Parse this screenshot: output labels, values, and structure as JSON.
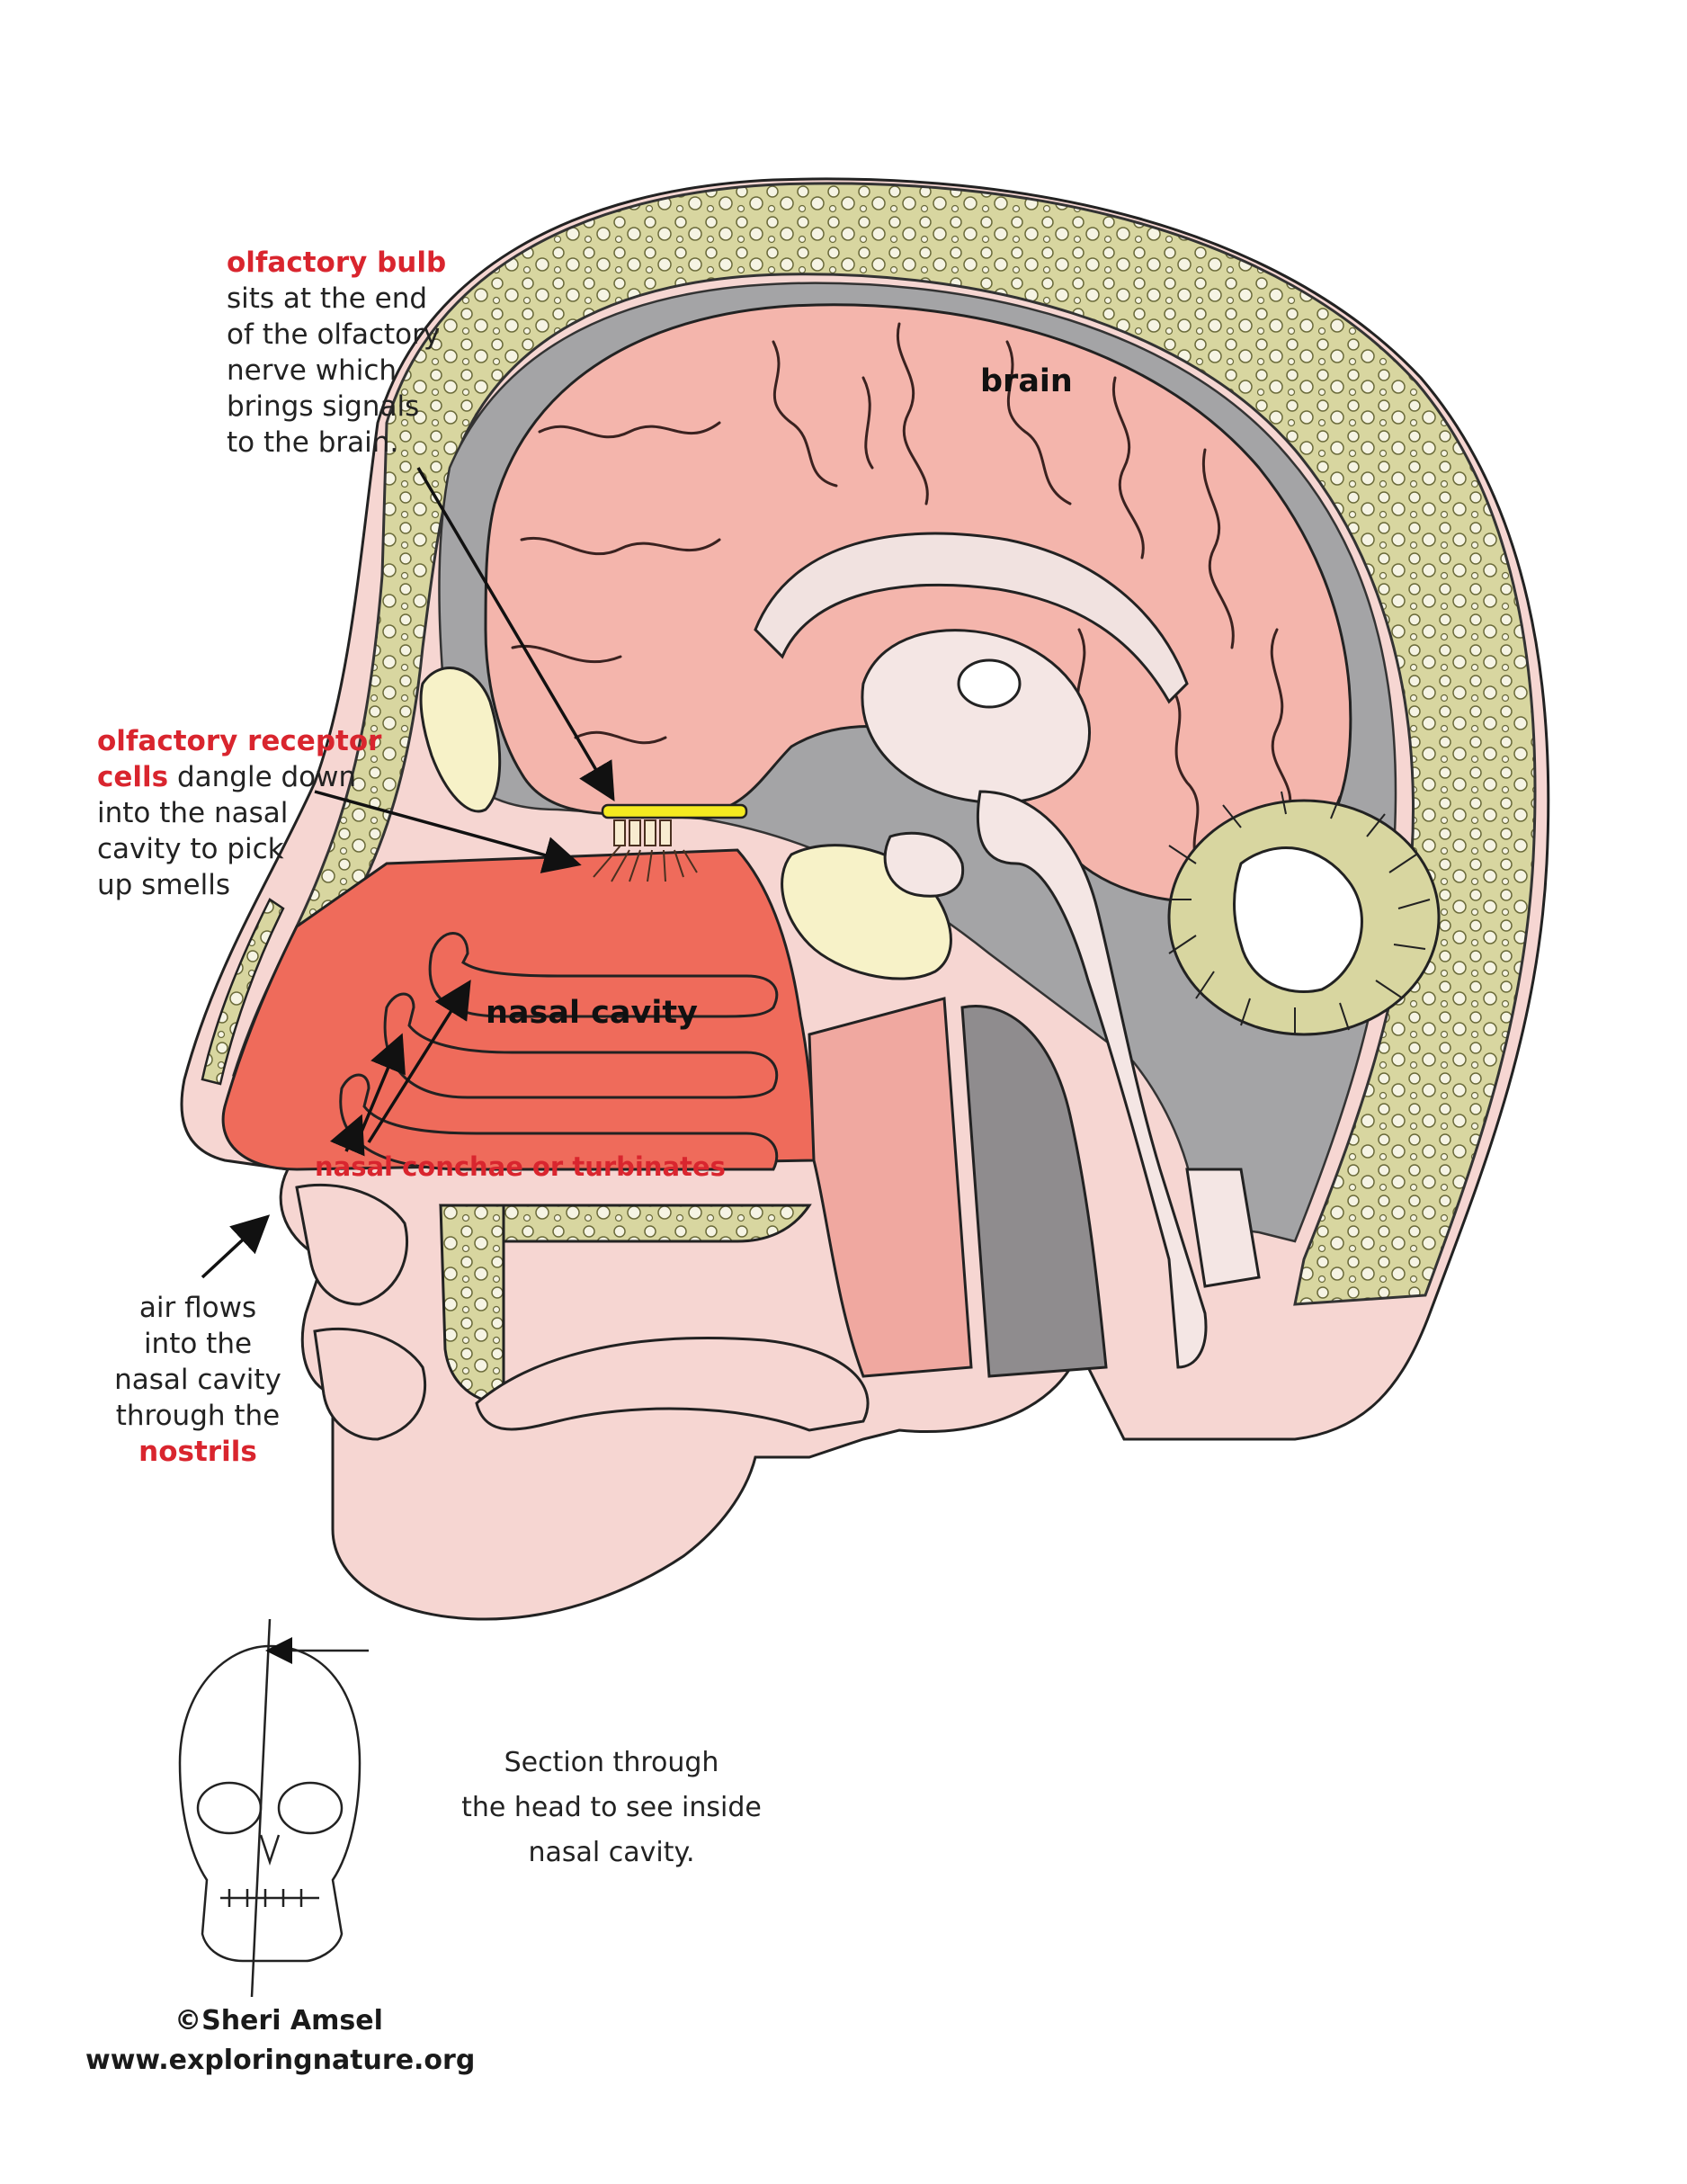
{
  "labels": {
    "olfactory_bulb": {
      "title": "olfactory bulb",
      "lines": [
        "sits at the end",
        "of the olfactory",
        "nerve which",
        "brings signals",
        "to the brain."
      ]
    },
    "olfactory_receptor": {
      "title_1": "olfactory receptor",
      "title_2": "cells",
      "line_1_rest": "dangle down",
      "lines": [
        "into the nasal",
        "cavity to pick",
        "up smells"
      ]
    },
    "brain": "brain",
    "nasal_cavity": "nasal cavity",
    "nasal_conchae": "nasal conchae or turbinates",
    "air_flow": {
      "lines": [
        "air flows",
        "into the",
        "nasal cavity",
        "through the"
      ],
      "emphasis": "nostrils"
    },
    "section_caption": [
      "Section through",
      "the head to see inside",
      "nasal cavity."
    ]
  },
  "credits": {
    "author": "©Sheri Amsel",
    "website": "www.exploringnature.org"
  },
  "colors": {
    "label_red": "#d9252e",
    "brain_pink": "#f4b5ac",
    "nasal_red": "#ef6b5b",
    "bone_olive": "#d8d6a0",
    "csf_gray": "#a4a4a6",
    "skin_pink": "#f6d6d2",
    "bulb_yellow": "#f4ea20"
  }
}
